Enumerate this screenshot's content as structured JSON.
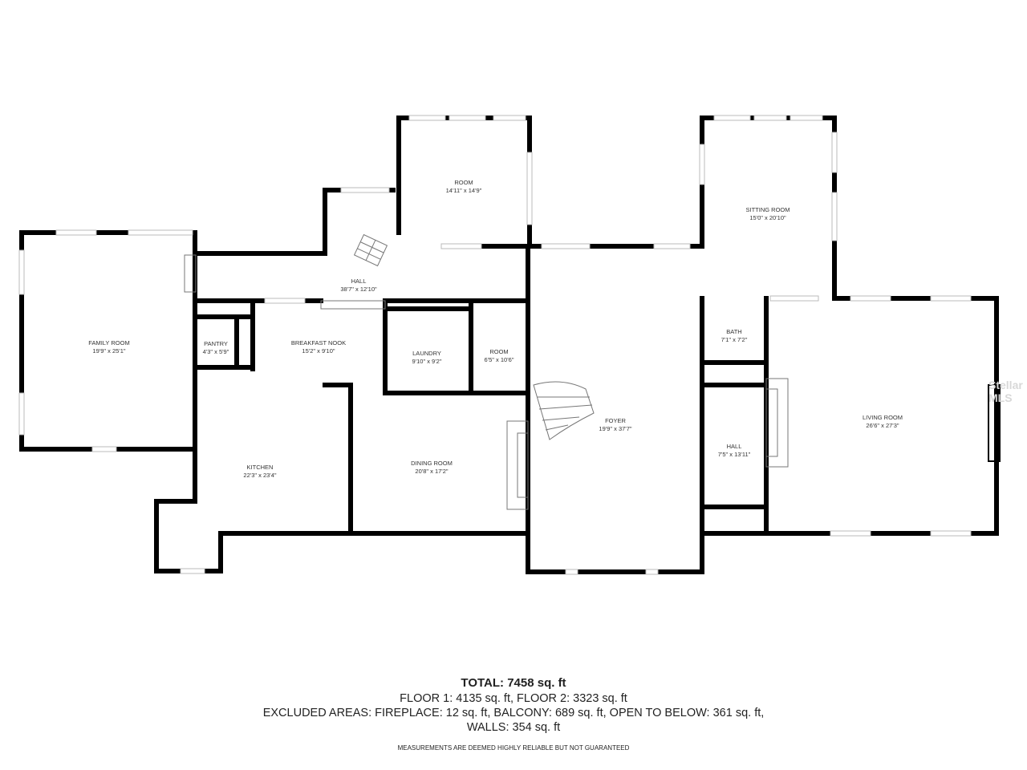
{
  "rooms": [
    {
      "name": "FAMILY ROOM",
      "size": "19'9\" x 25'1\""
    },
    {
      "name": "PANTRY",
      "size": "4'3\" x 5'9\""
    },
    {
      "name": "BREAKFAST NOOK",
      "size": "15'2\" x 9'10\""
    },
    {
      "name": "HALL",
      "size": "38'7\" x 12'10\""
    },
    {
      "name": "LAUNDRY",
      "size": "9'10\" x 9'2\""
    },
    {
      "name": "ROOM",
      "size": "6'5\" x 10'6\""
    },
    {
      "name": "ROOM",
      "size": "14'11\" x 14'9\""
    },
    {
      "name": "KITCHEN",
      "size": "22'3\" x 23'4\""
    },
    {
      "name": "DINING ROOM",
      "size": "20'8\" x 17'2\""
    },
    {
      "name": "FOYER",
      "size": "19'9\" x 37'7\""
    },
    {
      "name": "SITTING ROOM",
      "size": "15'0\" x 20'10\""
    },
    {
      "name": "BATH",
      "size": "7'1\" x 7'2\""
    },
    {
      "name": "HALL",
      "size": "7'5\" x 13'11\""
    },
    {
      "name": "LIVING ROOM",
      "size": "26'6\" x 27'3\""
    }
  ],
  "summary": {
    "total": "TOTAL: 7458 sq. ft",
    "floors": "FLOOR 1: 4135 sq. ft, FLOOR 2: 3323 sq. ft",
    "excluded": "EXCLUDED AREAS: FIREPLACE: 12 sq. ft, BALCONY: 689 sq. ft, OPEN TO BELOW: 361 sq. ft,",
    "walls": "WALLS: 354 sq. ft",
    "disclaimer": "MEASUREMENTS ARE DEEMED HIGHLY RELIABLE BUT NOT GUARANTEED"
  },
  "watermark": "Stellar MLS",
  "colors": {
    "wall": "#000000",
    "window": "#bbbbbb"
  }
}
